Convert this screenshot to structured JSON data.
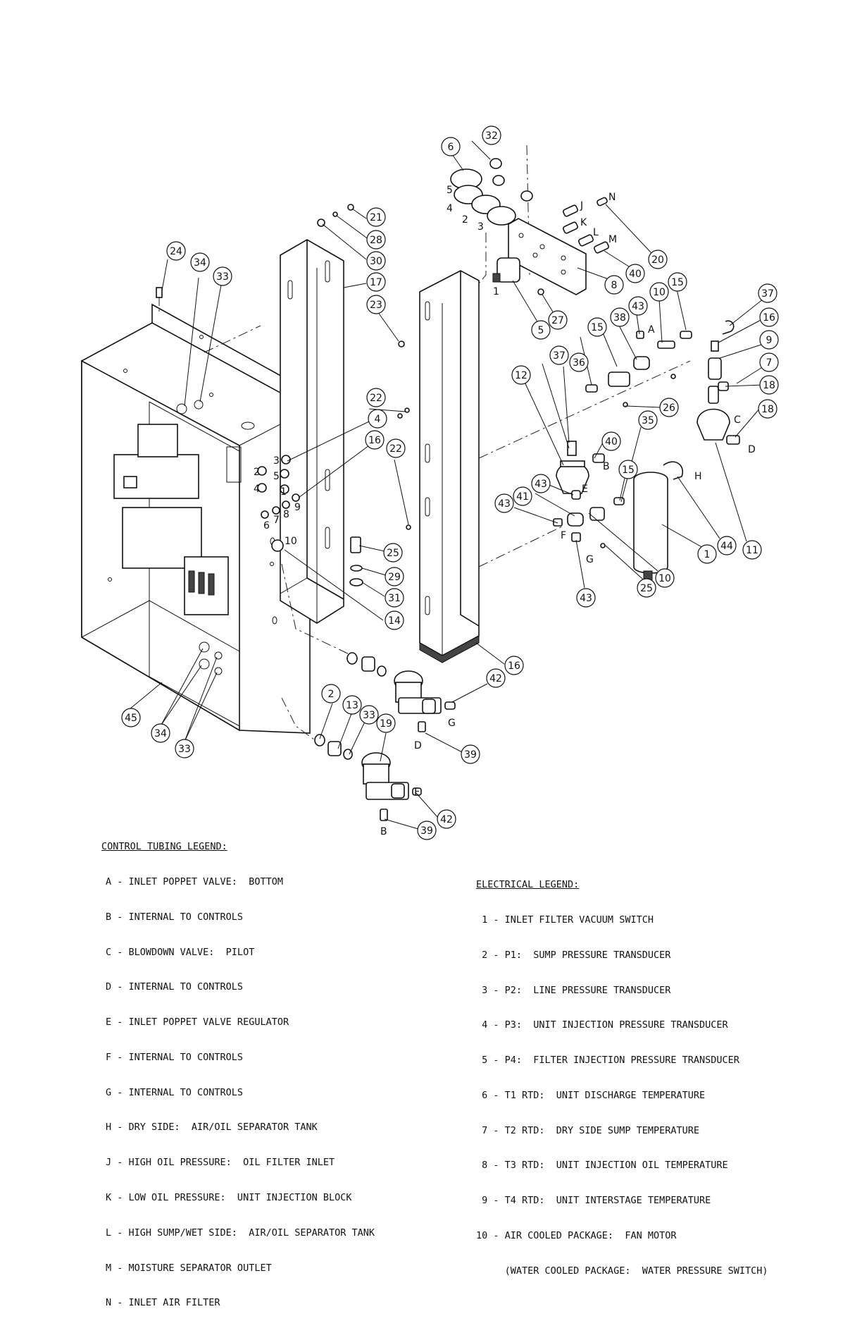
{
  "callouts": [
    "1",
    "2",
    "4",
    "5",
    "6",
    "7",
    "8",
    "9",
    "10",
    "11",
    "12",
    "13",
    "14",
    "15",
    "16",
    "17",
    "18",
    "19",
    "20",
    "21",
    "22",
    "23",
    "24",
    "25",
    "26",
    "27",
    "28",
    "29",
    "30",
    "31",
    "32",
    "33",
    "34",
    "35",
    "36",
    "37",
    "38",
    "39",
    "40",
    "41",
    "42",
    "43",
    "44",
    "45"
  ],
  "tags": {
    "letters": [
      "A",
      "B",
      "C",
      "D",
      "E",
      "F",
      "G",
      "H",
      "J",
      "K",
      "L",
      "M",
      "N"
    ],
    "numbers": [
      "1",
      "2",
      "3",
      "4",
      "5",
      "6",
      "7",
      "8",
      "9",
      "10"
    ]
  },
  "control_legend": {
    "title": "CONTROL TUBING LEGEND:",
    "items": [
      "A - INLET POPPET VALVE:  BOTTOM",
      "B - INTERNAL TO CONTROLS",
      "C - BLOWDOWN VALVE:  PILOT",
      "D - INTERNAL TO CONTROLS",
      "E - INLET POPPET VALVE REGULATOR",
      "F - INTERNAL TO CONTROLS",
      "G - INTERNAL TO CONTROLS",
      "H - DRY SIDE:  AIR/OIL SEPARATOR TANK",
      "J - HIGH OIL PRESSURE:  OIL FILTER INLET",
      "K - LOW OIL PRESSURE:  UNIT INJECTION BLOCK",
      "L - HIGH SUMP/WET SIDE:  AIR/OIL SEPARATOR TANK",
      "M - MOISTURE SEPARATOR OUTLET",
      "N - INLET AIR FILTER"
    ]
  },
  "electrical_legend": {
    "title": "ELECTRICAL LEGEND:",
    "items": [
      " 1 - INLET FILTER VACUUM SWITCH",
      " 2 - P1:  SUMP PRESSURE TRANSDUCER",
      " 3 - P2:  LINE PRESSURE TRANSDUCER",
      " 4 - P3:  UNIT INJECTION PRESSURE TRANSDUCER",
      " 5 - P4:  FILTER INJECTION PRESSURE TRANSDUCER",
      " 6 - T1 RTD:  UNIT DISCHARGE TEMPERATURE",
      " 7 - T2 RTD:  DRY SIDE SUMP TEMPERATURE",
      " 8 - T3 RTD:  UNIT INJECTION OIL TEMPERATURE",
      " 9 - T4 RTD:  UNIT INTERSTAGE TEMPERATURE",
      "10 - AIR COOLED PACKAGE:  FAN MOTOR",
      "     (WATER COOLED PACKAGE:  WATER PRESSURE SWITCH)"
    ]
  }
}
